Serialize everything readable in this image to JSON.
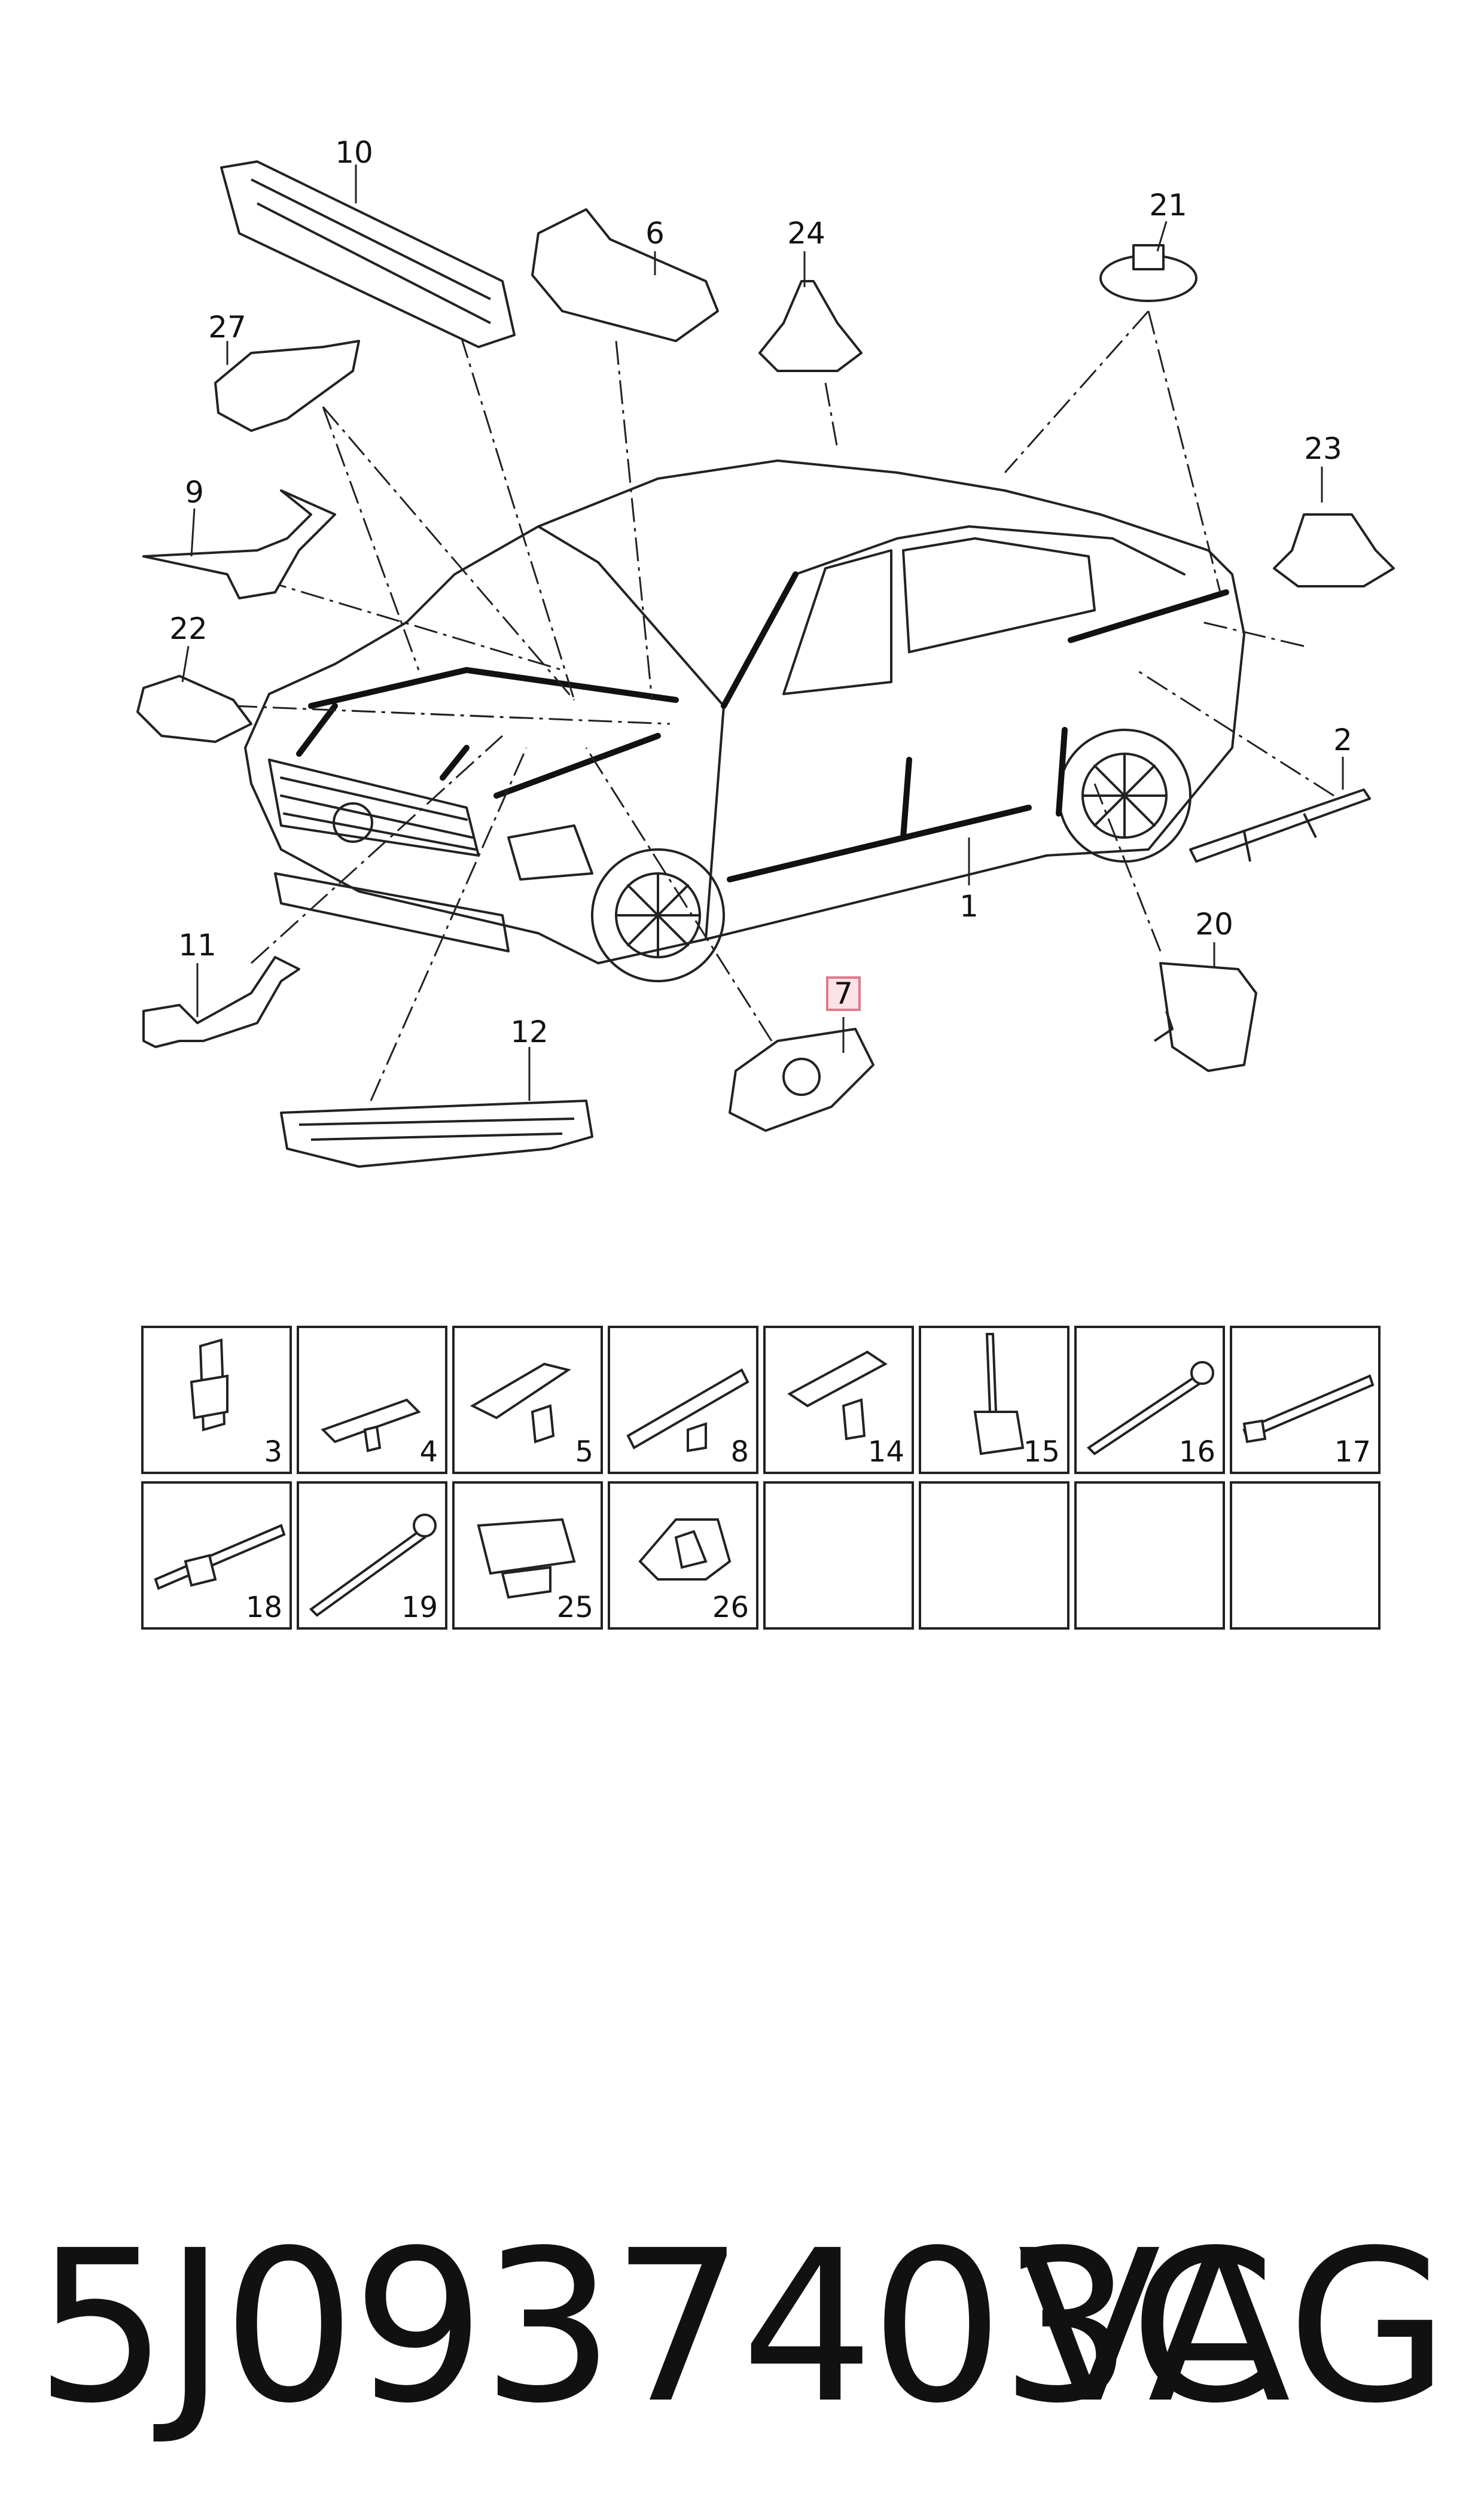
{
  "diagram": {
    "callouts": [
      {
        "id": "c10",
        "label": "10"
      },
      {
        "id": "c6",
        "label": "6"
      },
      {
        "id": "c24",
        "label": "24"
      },
      {
        "id": "c21",
        "label": "21"
      },
      {
        "id": "c27",
        "label": "27"
      },
      {
        "id": "c23",
        "label": "23"
      },
      {
        "id": "c9",
        "label": "9"
      },
      {
        "id": "c22",
        "label": "22"
      },
      {
        "id": "c2",
        "label": "2"
      },
      {
        "id": "c1",
        "label": "1"
      },
      {
        "id": "c20",
        "label": "20"
      },
      {
        "id": "c11",
        "label": "11"
      },
      {
        "id": "c12",
        "label": "12"
      },
      {
        "id": "c7",
        "label": "7",
        "highlighted": true
      }
    ],
    "highlight_color": "#e07a8a"
  },
  "parts_grid": {
    "row1": [
      "3",
      "4",
      "5",
      "8",
      "14",
      "15",
      "16",
      "17"
    ],
    "row2": [
      "18",
      "19",
      "25",
      "26",
      "",
      "",
      "",
      ""
    ]
  },
  "footer": {
    "part_number": "5J0937403C",
    "brand": "VAG"
  }
}
